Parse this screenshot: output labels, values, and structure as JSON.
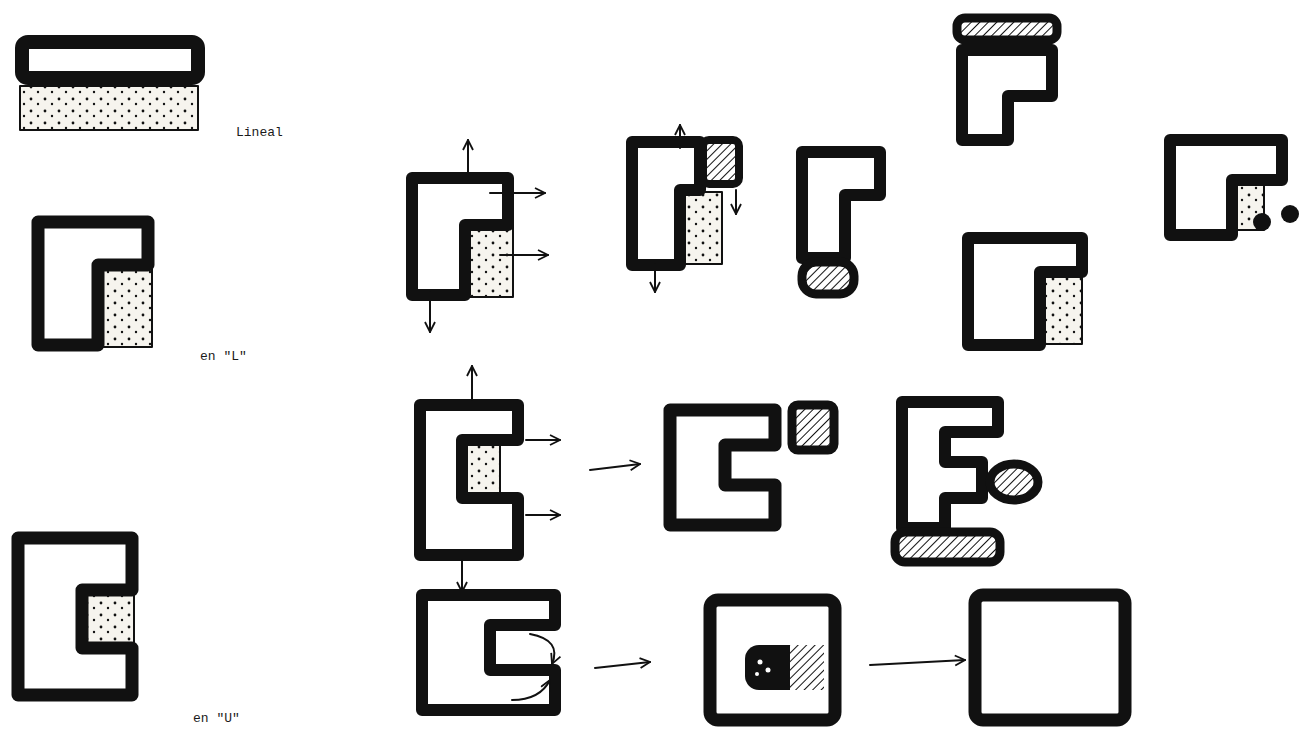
{
  "diagram": {
    "labels": [
      "Lineal",
      "en \"L\"",
      "en \"U\""
    ]
  }
}
